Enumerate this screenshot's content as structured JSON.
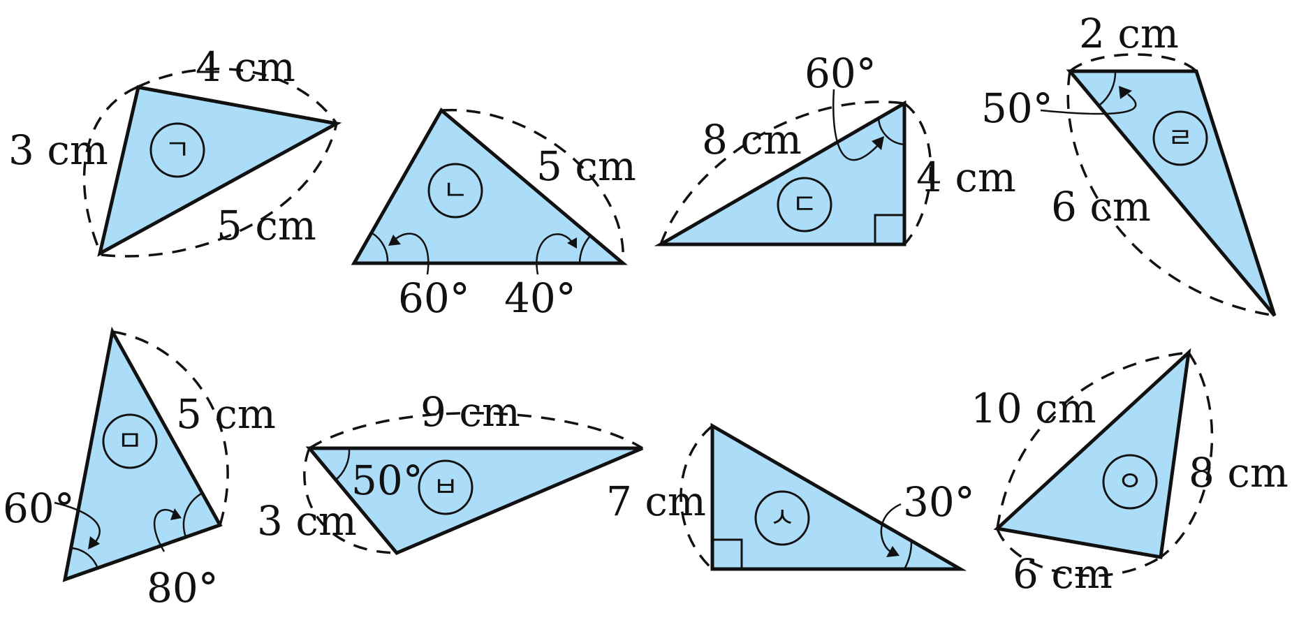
{
  "figures": [
    {
      "id": "giyeok",
      "tag": "ㄱ",
      "labels": [
        "3 cm",
        "4 cm",
        "5 cm"
      ]
    },
    {
      "id": "nieun",
      "tag": "ㄴ",
      "labels": [
        "5 cm",
        "60°",
        "40°"
      ]
    },
    {
      "id": "digeut",
      "tag": "ㄷ",
      "labels": [
        "60°",
        "8 cm",
        "4 cm"
      ]
    },
    {
      "id": "rieul",
      "tag": "ㄹ",
      "labels": [
        "2 cm",
        "50°",
        "6 cm"
      ]
    },
    {
      "id": "mieum",
      "tag": "ㅁ",
      "labels": [
        "5 cm",
        "60°",
        "80°"
      ]
    },
    {
      "id": "bieup",
      "tag": "ㅂ",
      "labels": [
        "9 cm",
        "50°",
        "3 cm"
      ]
    },
    {
      "id": "siot",
      "tag": "ㅅ",
      "labels": [
        "7 cm",
        "30°"
      ]
    },
    {
      "id": "ieung",
      "tag": "ㅇ",
      "labels": [
        "10 cm",
        "8 cm",
        "6 cm"
      ]
    }
  ],
  "colors": {
    "fill": "#abdcf8",
    "stroke": "#111111"
  }
}
